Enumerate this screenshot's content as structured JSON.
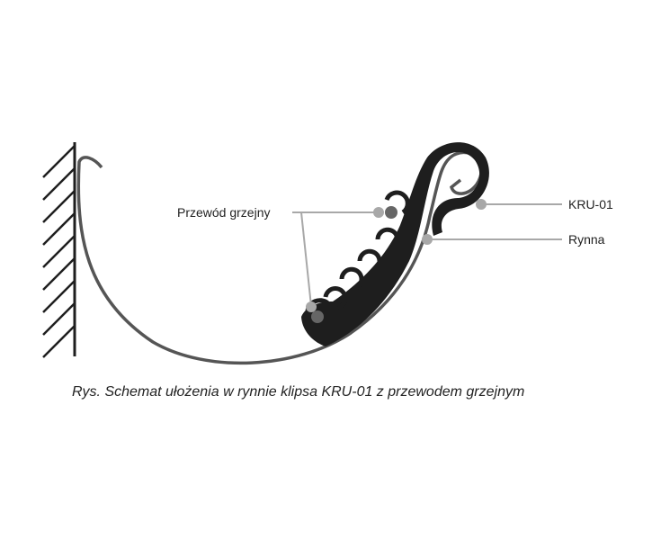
{
  "labels": {
    "heating_cable": "Przewód grzejny",
    "clip": "KRU-01",
    "gutter": "Rynna"
  },
  "caption": "Rys.  Schemat ułożenia w rynnie klipsa KRU-01 z przewodem grzejnym",
  "colors": {
    "clip": "#1e1e1e",
    "gutter": "#555555",
    "leader": "#a8a8a8",
    "cable": "#666666"
  }
}
